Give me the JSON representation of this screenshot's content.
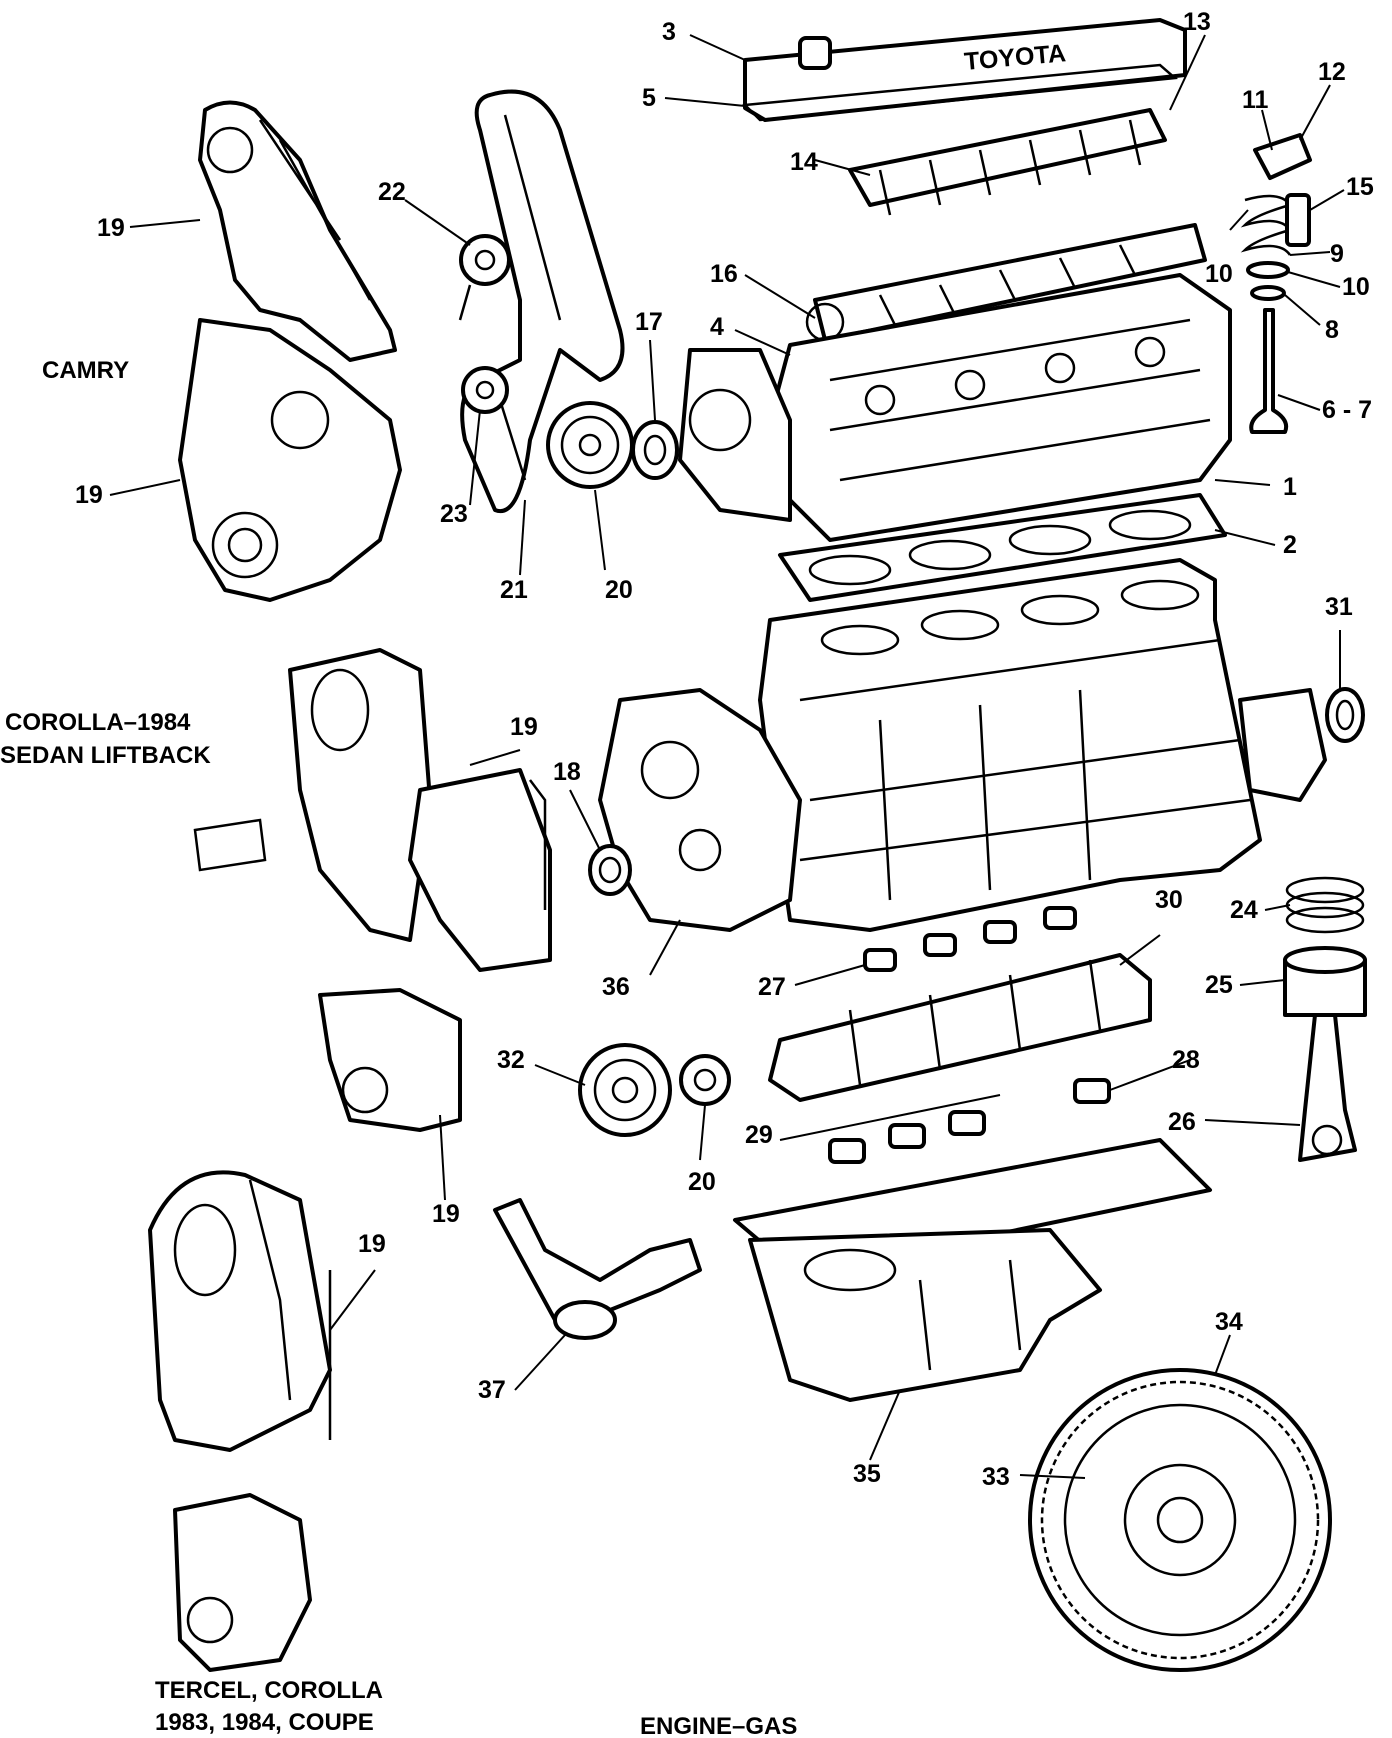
{
  "diagram": {
    "title": "ENGINE–GAS",
    "variant_labels": {
      "camry": "CAMRY",
      "corolla_line1": "COROLLA–1984",
      "corolla_line2": "SEDAN LIFTBACK",
      "tercel_line1": "TERCEL, COROLLA",
      "tercel_line2": "1983, 1984, COUPE"
    },
    "valve_cover_brand": "TOYOTA",
    "callouts": {
      "c1": "1",
      "c2": "2",
      "c3": "3",
      "c4": "4",
      "c5": "5",
      "c6_7": "6 - 7",
      "c8": "8",
      "c9": "9",
      "c10a": "10",
      "c10b": "10",
      "c11": "11",
      "c12": "12",
      "c13": "13",
      "c14": "14",
      "c15": "15",
      "c16": "16",
      "c17": "17",
      "c18": "18",
      "c19a": "19",
      "c19b": "19",
      "c19c": "19",
      "c19d": "19",
      "c19e": "19",
      "c20a": "20",
      "c20b": "20",
      "c21": "21",
      "c22": "22",
      "c23": "23",
      "c24": "24",
      "c25": "25",
      "c26": "26",
      "c27": "27",
      "c28": "28",
      "c29": "29",
      "c30": "30",
      "c31": "31",
      "c32": "32",
      "c33": "33",
      "c34": "34",
      "c35": "35",
      "c36": "36",
      "c37": "37"
    }
  }
}
